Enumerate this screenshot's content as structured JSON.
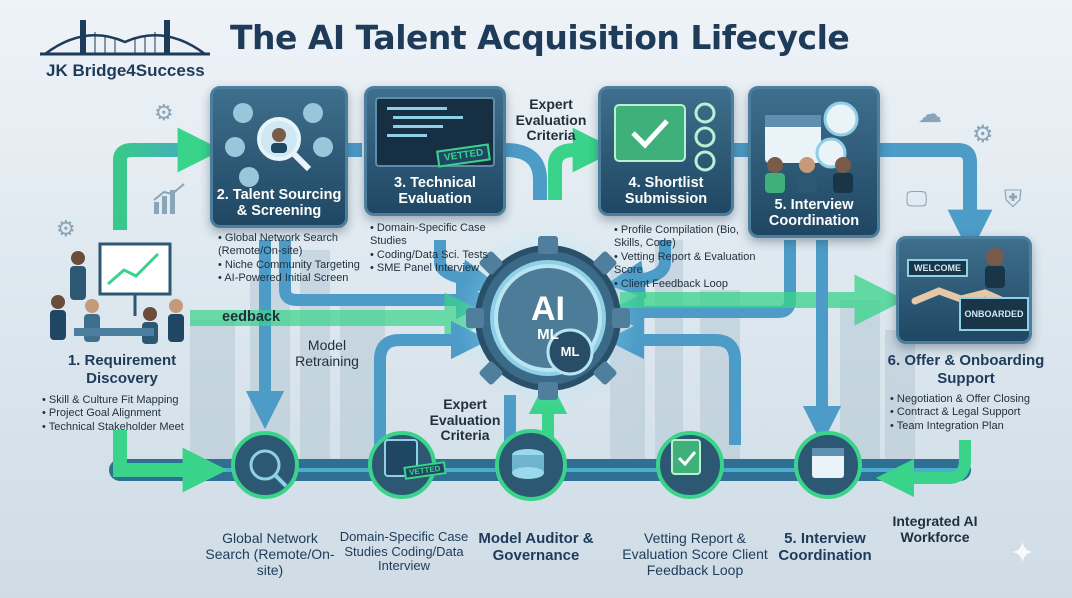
{
  "title": "The AI Talent Acquisition Lifecycle",
  "brand": {
    "name": "JK Bridge4Success"
  },
  "colors": {
    "flow_green": "#39d48a",
    "flow_blue": "#5fa3c7",
    "card_dark": "#1f4763",
    "title": "#1e3b5a"
  },
  "center": {
    "main": "AI",
    "sub": "ML",
    "badge": "ML"
  },
  "stages": [
    {
      "id": "requirement",
      "title": "1. Requirement Discovery",
      "bullets": [
        "Skill & Culture Fit Mapping",
        "Project Goal Alignment",
        "Technical Stakeholder Meet"
      ]
    },
    {
      "id": "sourcing",
      "title": "2. Talent Sourcing & Screening",
      "bullets": [
        "Global Network Search (Remote/On-site)",
        "Niche Community Targeting",
        "AI-Powered Initial Screen"
      ]
    },
    {
      "id": "technical",
      "title": "3. Technical Evaluation",
      "badge": "VETTED",
      "bullets": [
        "Domain-Specific Case Studies",
        "Coding/Data Sci. Tests",
        "SME Panel Interview"
      ]
    },
    {
      "id": "shortlist",
      "title": "4. Shortlist Submission",
      "bullets": [
        "Profile Compilation (Bio, Skills, Code)",
        "Vetting Report & Evaluation Score",
        "Client Feedback Loop"
      ]
    },
    {
      "id": "interview",
      "title": "5. Interview Coordination"
    },
    {
      "id": "offer",
      "title": "6. Offer & Onboarding Support",
      "signs": [
        "WELCOME",
        "ONBOARDED"
      ],
      "bullets": [
        "Negotiation & Offer Closing",
        "Contract & Legal Support",
        "Team Integration Plan"
      ]
    }
  ],
  "floating_labels": {
    "expert_top": "Expert Evaluation Criteria",
    "expert_mid": "Expert Evaluation Criteria",
    "feedback": "eedback",
    "model_retraining": "Model Retraining",
    "integrated": "Integrated AI Workforce"
  },
  "bottom_row": [
    {
      "label": "Global Network Search (Remote/On-site)"
    },
    {
      "label": "Domain-Specific Case Studies Coding/Data Interview",
      "badge": "VETTED"
    },
    {
      "label": "Model Auditor & Governance"
    },
    {
      "label": "Vetting Report & Evaluation Score Client Feedback Loop"
    },
    {
      "label": "5. Interview Coordination"
    }
  ],
  "icons": [
    "bridge-icon",
    "gear-icon",
    "bar-chart-icon",
    "cloud-icon",
    "shield-icon",
    "lightbulb-icon",
    "monitor-icon",
    "sparkle-icon"
  ]
}
